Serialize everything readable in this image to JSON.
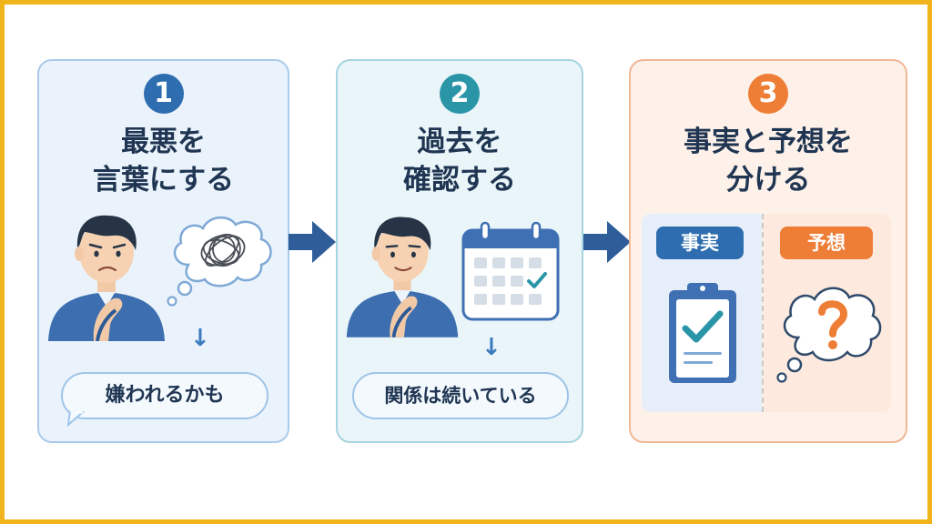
{
  "steps": [
    {
      "number": "1",
      "title_line1": "最悪を",
      "title_line2": "言葉にする",
      "result": "嫌われるかも"
    },
    {
      "number": "2",
      "title_line1": "過去を",
      "title_line2": "確認する",
      "result": "関係は続いている"
    },
    {
      "number": "3",
      "title_line1": "事実と予想を",
      "title_line2": "分ける",
      "fact_label": "事実",
      "guess_label": "予想"
    }
  ],
  "icons": {
    "step1_person": "worried-person-icon",
    "step1_thought": "tangled-thought-bubble-icon",
    "step2_person": "thinking-person-icon",
    "step2_calendar": "calendar-check-icon",
    "step3_fact": "clipboard-check-icon",
    "step3_guess": "question-thought-bubble-icon",
    "down_arrow": "↓"
  },
  "colors": {
    "blue": "#2e6db0",
    "teal": "#2b95a8",
    "orange": "#ee7d35",
    "border": "#f2b41c"
  }
}
